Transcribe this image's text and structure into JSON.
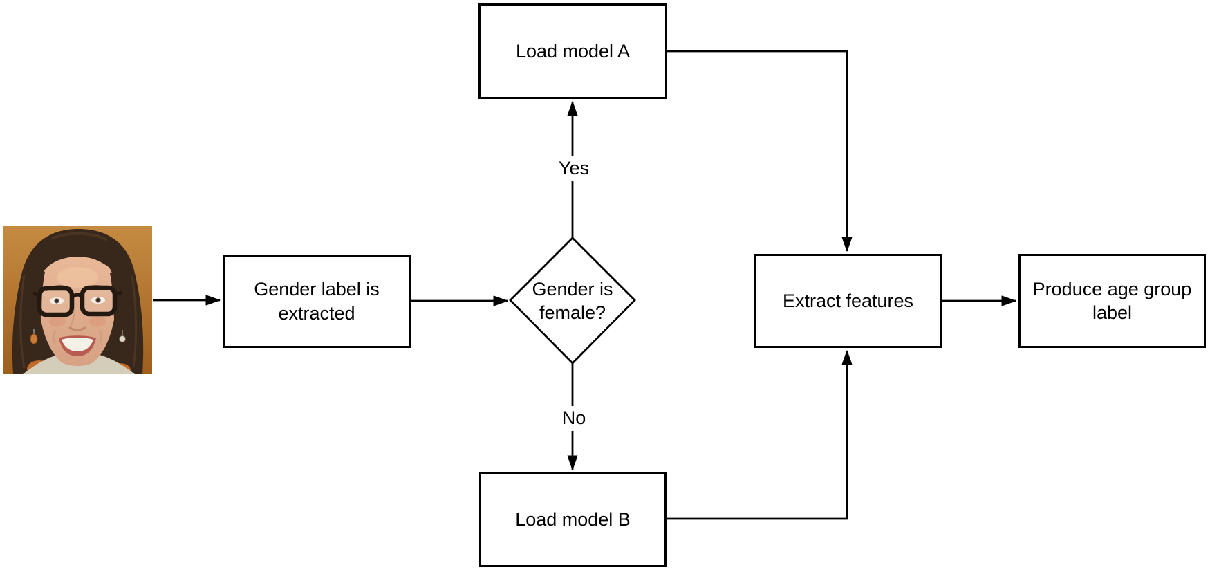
{
  "diagram": {
    "nodes": {
      "gender_extracted": "Gender label is extracted",
      "decision": "Gender is female?",
      "model_a": "Load model A",
      "model_b": "Load model B",
      "extract_features": "Extract features",
      "produce_label": "Produce age group label"
    },
    "edge_labels": {
      "yes": "Yes",
      "no": "No"
    },
    "colors": {
      "stroke": "#000000",
      "node_fill": "#ffffff",
      "text": "#000000",
      "canvas_bg": "#ffffff"
    },
    "photo": {
      "icon": "woman-portrait-photo",
      "colors": {
        "background": "#b06c28",
        "hair": "#38271b",
        "skin": "#e0ad8d",
        "glasses": "#241911",
        "lips": "#b85c52",
        "top": "#d3cdba"
      }
    }
  }
}
